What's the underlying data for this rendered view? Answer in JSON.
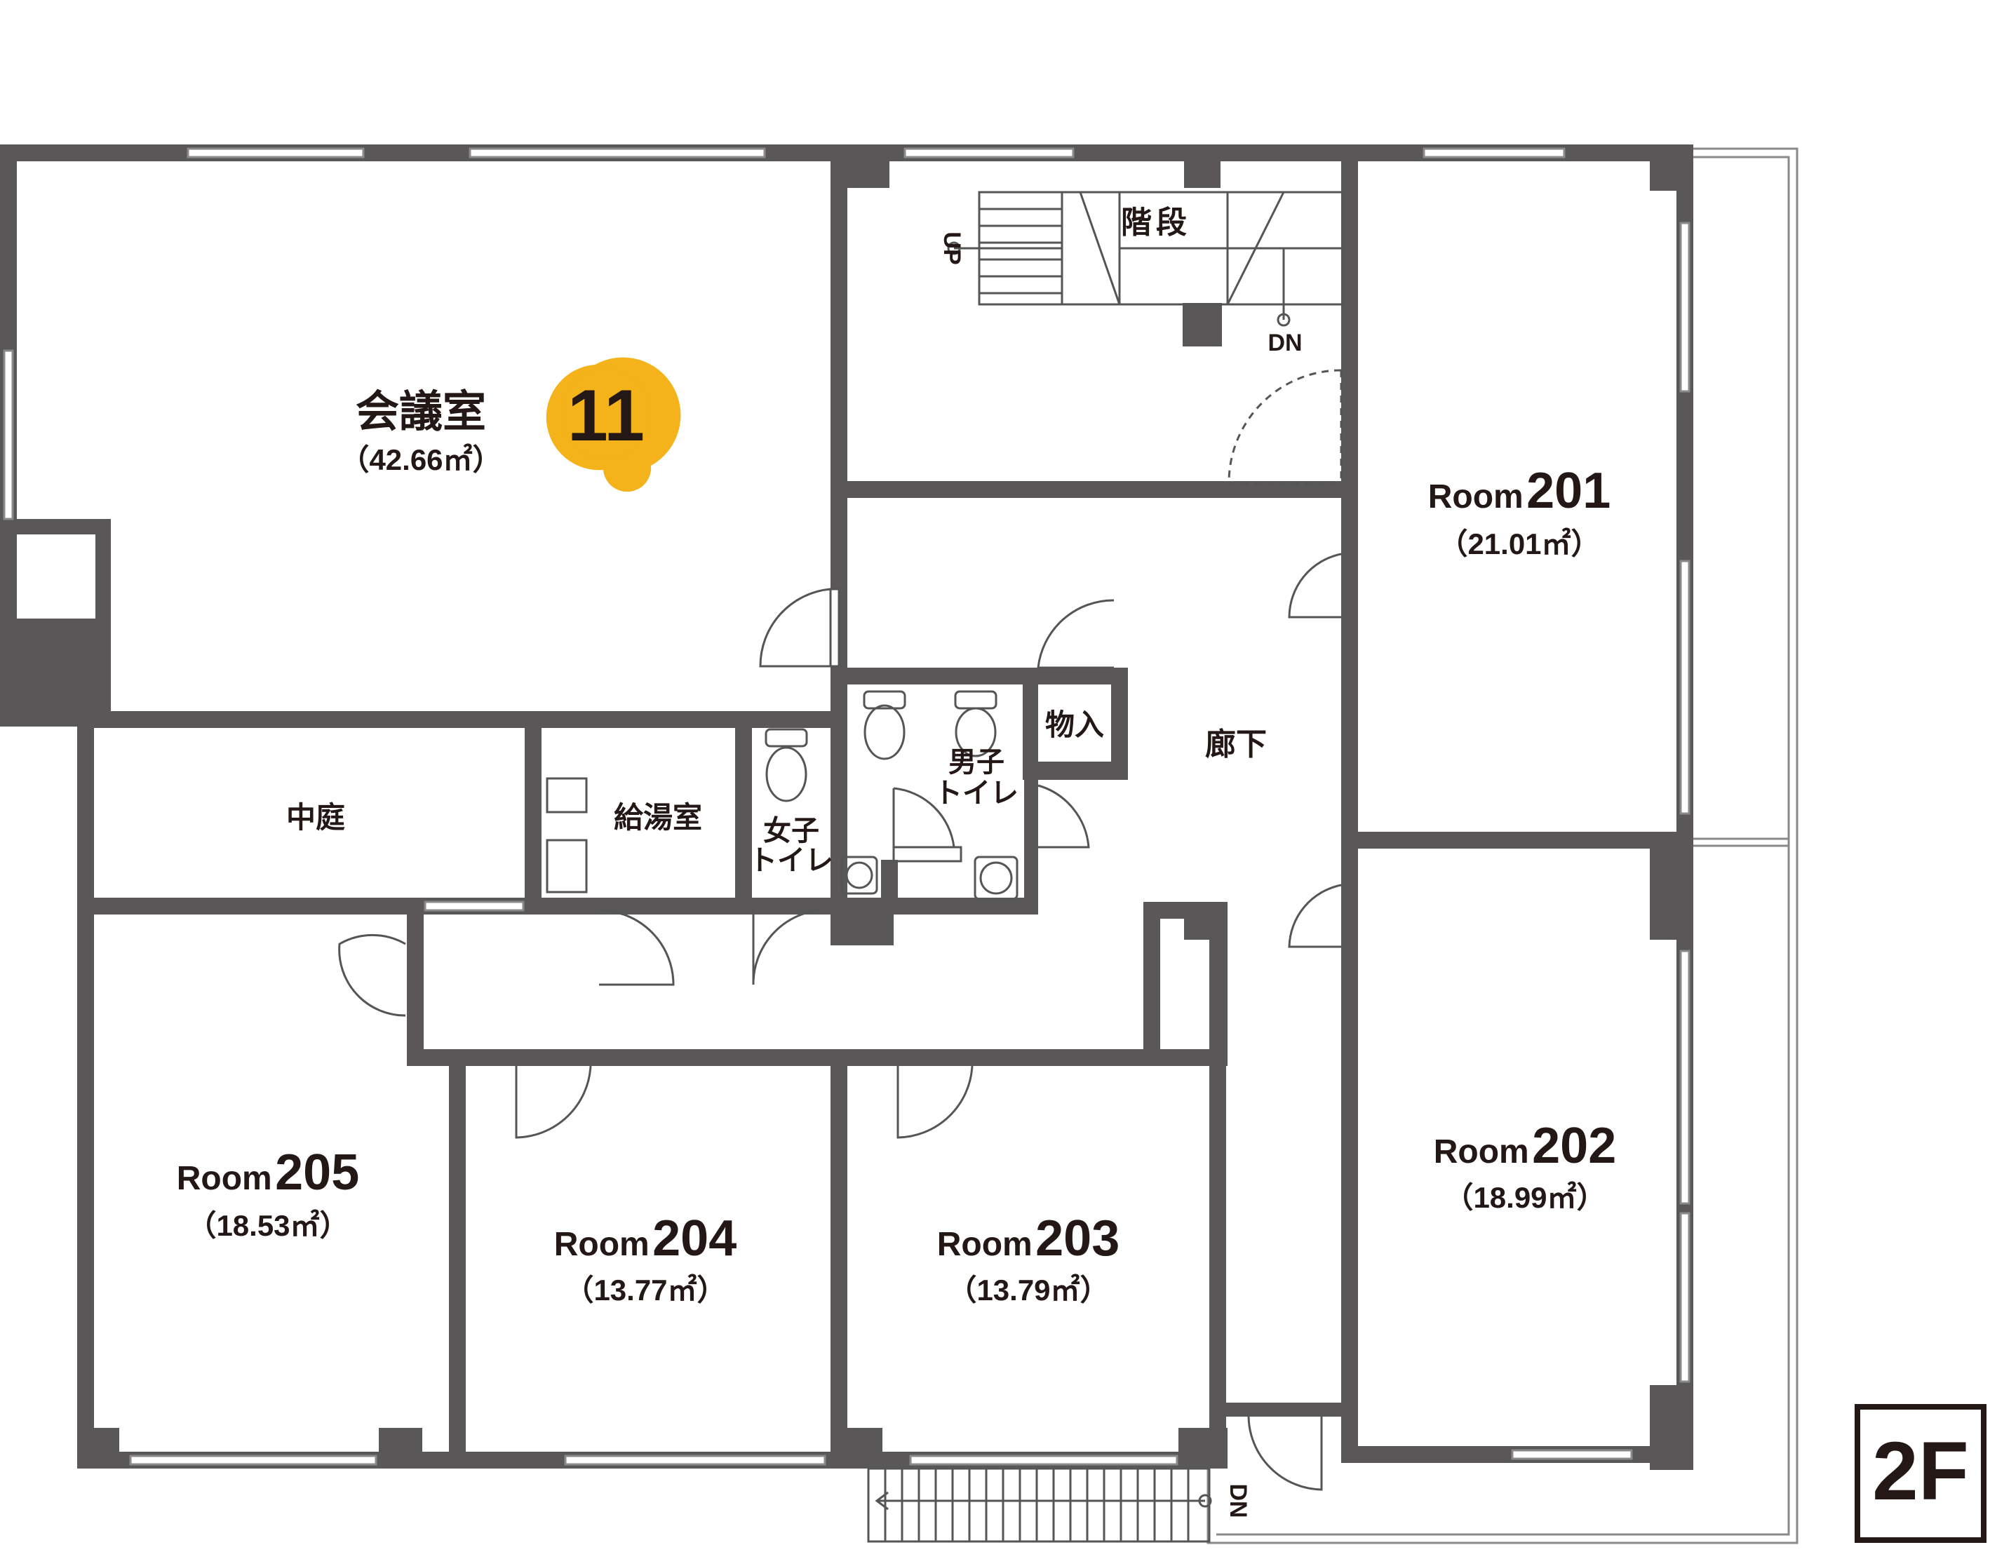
{
  "floor_badge": "2F",
  "colors": {
    "wall": "#595757",
    "text": "#231815",
    "marker": "#F4B21B",
    "line": "#8a8a8a"
  },
  "rooms": {
    "meeting": {
      "name": "会議室",
      "area": "（42.66㎡）",
      "marker": "11"
    },
    "stairs": "階段",
    "up": "UP",
    "dn": "DN",
    "corridor": "廊下",
    "storage": "物入",
    "mens_toilet": {
      "line1": "男子",
      "line2": "トイレ"
    },
    "womens_toilet": {
      "line1": "女子",
      "line2": "トイレ"
    },
    "kitchen": "給湯室",
    "courtyard": "中庭",
    "room201": {
      "prefix": "Room",
      "number": "201",
      "area": "（21.01㎡）"
    },
    "room202": {
      "prefix": "Room",
      "number": "202",
      "area": "（18.99㎡）"
    },
    "room203": {
      "prefix": "Room",
      "number": "203",
      "area": "（13.79㎡）"
    },
    "room204": {
      "prefix": "Room",
      "number": "204",
      "area": "（13.77㎡）"
    },
    "room205": {
      "prefix": "Room",
      "number": "205",
      "area": "（18.53㎡）"
    }
  }
}
